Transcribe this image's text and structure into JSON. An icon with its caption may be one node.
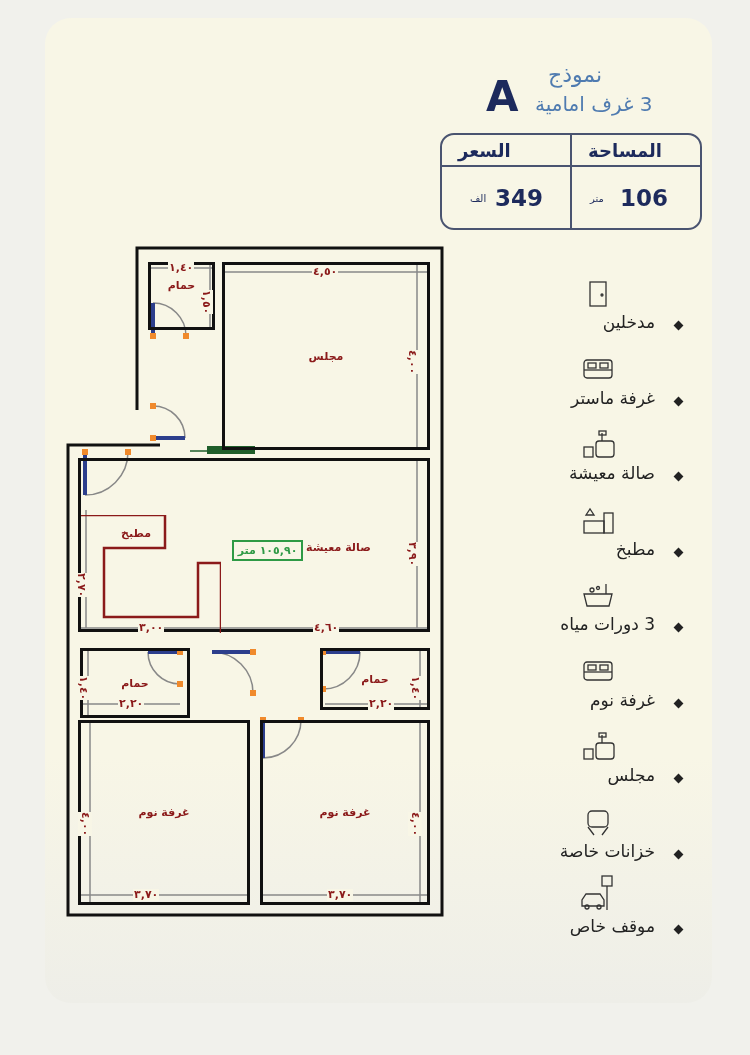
{
  "diagram": {
    "nodes": [
      {
        "text": [
          "مجلس"
        ]
      },
      {
        "text": [
          "حمام"
        ]
      },
      {
        "text": [
          "صالة معيشة"
        ]
      },
      {
        "text": [
          "١٠٥,٩٠ متر"
        ],
        "in": 2
      },
      {
        "text": [
          "مطبخ"
        ],
        "in": 2
      },
      {
        "text": [
          "حمام"
        ]
      },
      {
        "text": [
          "حمام"
        ]
      },
      {
        "text": [
          "غرفة نوم"
        ]
      },
      {
        "text": [
          "غرفة نوم"
        ]
      }
    ],
    "edges": [],
    "labels": [
      "نموذج",
      "3 غرف امامية",
      "A",
      "المساحة",
      "السعر",
      "106",
      "متر",
      "349",
      "الف",
      "١,٤٠",
      "١,٥٠",
      "٤,٥٠",
      "٤,٠٠",
      "٣,٩٠",
      "٢,٧٠",
      "٣,٠٠",
      "٤,٦٠",
      "١,٤٠",
      "٢,٢٠",
      "١,٤٠",
      "٢,٢٠",
      "٤,٠٠",
      "٣,٧٠",
      "٤,٠٠",
      "٣,٧٠",
      "مدخلين",
      "غرفة ماستر",
      "صالة معيشة",
      "مطبخ",
      "3 دورات مياه",
      "غرفة نوم",
      "مجلس",
      "خزانات خاصة",
      "موقف خاص"
    ]
  }
}
